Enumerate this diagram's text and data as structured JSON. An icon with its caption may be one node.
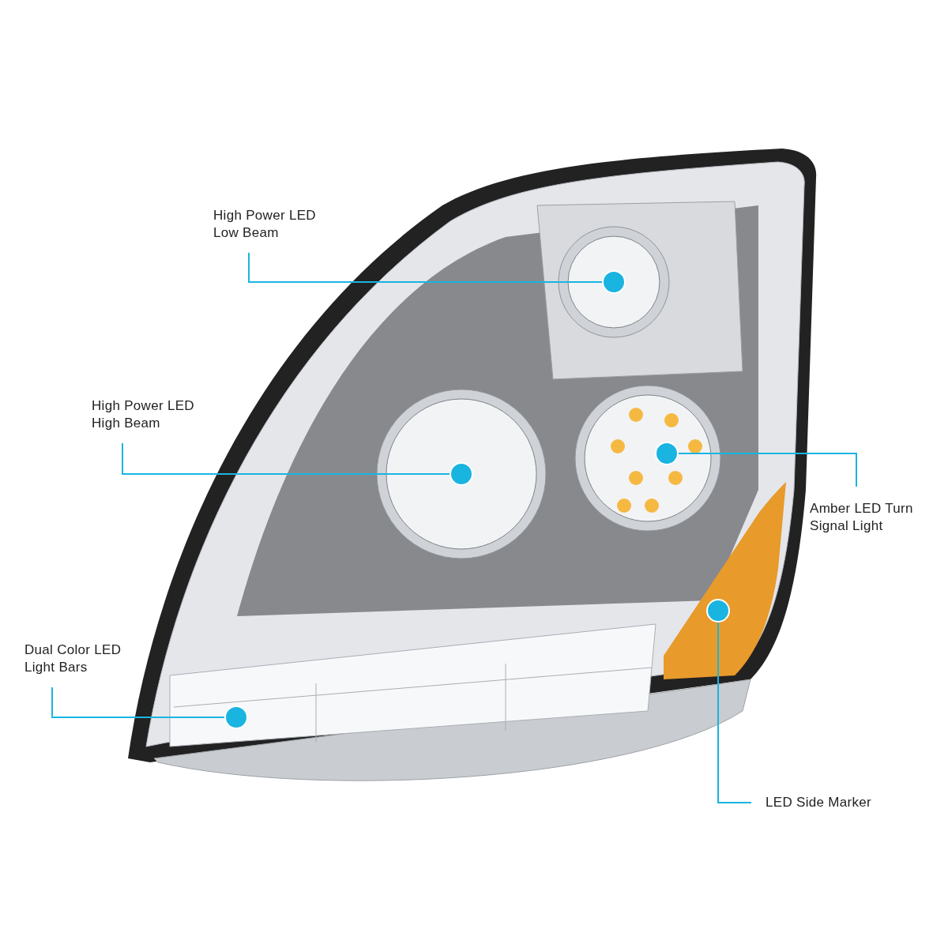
{
  "diagram": {
    "nodes": [
      {
        "text": [
          "High Power LED Low Beam"
        ]
      },
      {
        "text": [
          "High Power LED High Beam"
        ]
      },
      {
        "text": [
          "Amber LED Turn Signal Light"
        ]
      },
      {
        "text": [
          "Dual Color LED Light Bars"
        ]
      },
      {
        "text": [
          "LED Side Marker"
        ]
      },
      {
        "text": [],
        "shape": "circle"
      },
      {
        "text": [],
        "shape": "circle"
      },
      {
        "text": [],
        "shape": "circle"
      },
      {
        "text": [],
        "shape": "circle"
      },
      {
        "text": [],
        "shape": "circle"
      }
    ],
    "edges": [
      {
        "from": 0,
        "to": 5,
        "arrow": "none"
      },
      {
        "from": 1,
        "to": 6,
        "arrow": "none"
      },
      {
        "from": 2,
        "to": 7,
        "arrow": "none"
      },
      {
        "from": 3,
        "to": 8,
        "arrow": "none"
      },
      {
        "from": 4,
        "to": 9,
        "arrow": "none"
      }
    ]
  }
}
